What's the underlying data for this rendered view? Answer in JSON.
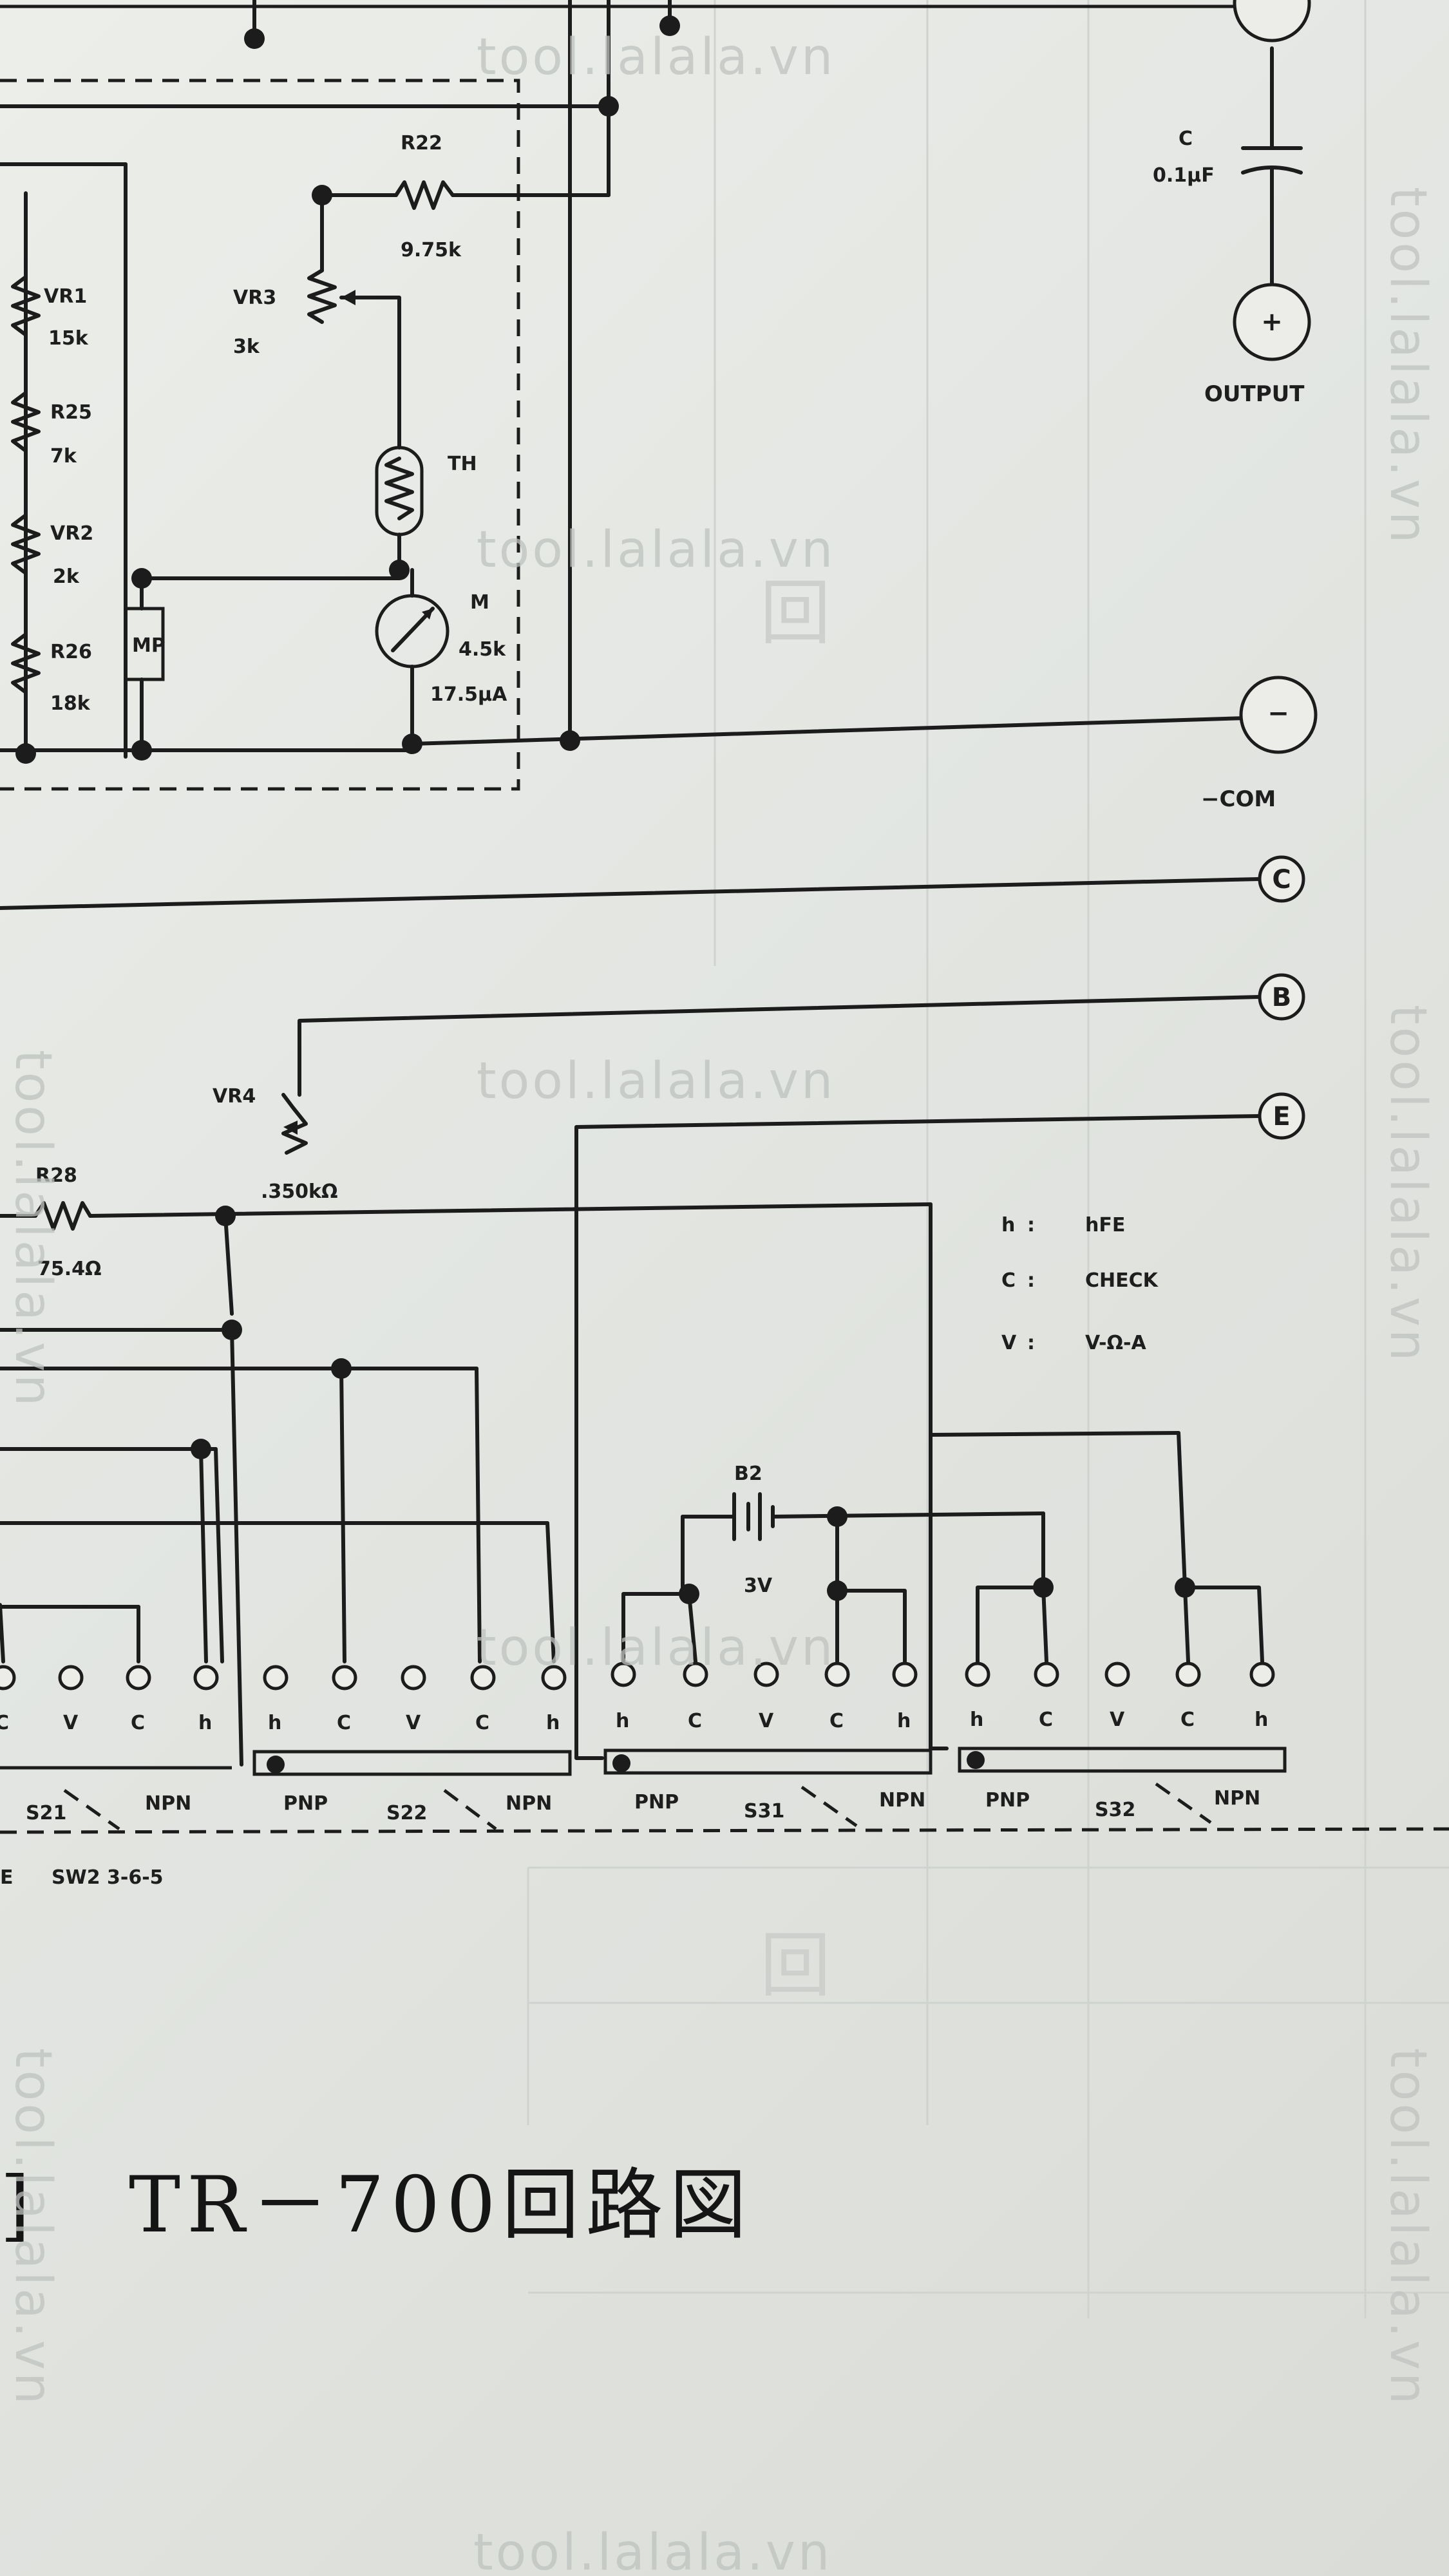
{
  "components": {
    "r22": {
      "name": "R22",
      "value": "9.75k"
    },
    "capacitor": {
      "name": "C",
      "value": "0.1μF"
    },
    "vr1": {
      "name": "VR1",
      "value": "15k"
    },
    "vr3": {
      "name": "VR3",
      "value": "3k"
    },
    "r25": {
      "name": "R25",
      "value": "7k"
    },
    "vr2": {
      "name": "VR2",
      "value": "2k"
    },
    "r26": {
      "name": "R26",
      "value": "18k"
    },
    "thermistor": {
      "name": "TH"
    },
    "meter": {
      "name": "M",
      "resistance": "4.5k",
      "current": "17.5μA"
    },
    "mp": {
      "name": "MP"
    },
    "vr4": {
      "name": "VR4",
      "value": ".350kΩ"
    },
    "r28": {
      "name": "R28",
      "value": "75.4Ω"
    },
    "battery": {
      "name": "B2",
      "voltage": "3V"
    }
  },
  "terminals": {
    "output": {
      "symbol": "+",
      "label": "OUTPUT"
    },
    "com": {
      "symbol": "−",
      "label": "−COM"
    },
    "c": {
      "symbol": "C"
    },
    "b": {
      "symbol": "B"
    },
    "e": {
      "symbol": "E"
    }
  },
  "legend": {
    "rows": [
      {
        "key": "h",
        "sep": ":",
        "text": "hFE"
      },
      {
        "key": "C",
        "sep": ":",
        "text": "CHECK"
      },
      {
        "key": "V",
        "sep": ":",
        "text": "V-Ω-A"
      }
    ]
  },
  "switch_groups": [
    {
      "name": "S21",
      "pnp": "",
      "npn": "NPN",
      "contacts": [
        "C",
        "V",
        "C",
        "h"
      ]
    },
    {
      "name": "S22",
      "pnp": "PNP",
      "npn": "NPN",
      "contacts": [
        "h",
        "C",
        "V",
        "C",
        "h"
      ]
    },
    {
      "name": "S31",
      "pnp": "PNP",
      "npn": "NPN",
      "contacts": [
        "h",
        "C",
        "V",
        "C",
        "h"
      ]
    },
    {
      "name": "S32",
      "pnp": "PNP",
      "npn": "NPN",
      "contacts": [
        "h",
        "C",
        "V",
        "C",
        "h"
      ]
    }
  ],
  "switch_note": {
    "fragment": "E",
    "text": "SW2 3-6-5"
  },
  "caption": {
    "fragment": "]",
    "text": "TR－700回路図"
  },
  "watermarks": [
    "tool.lalala.vn"
  ],
  "colors": {
    "ink": "#1c1c1c",
    "paper": "#e6e8e4"
  }
}
